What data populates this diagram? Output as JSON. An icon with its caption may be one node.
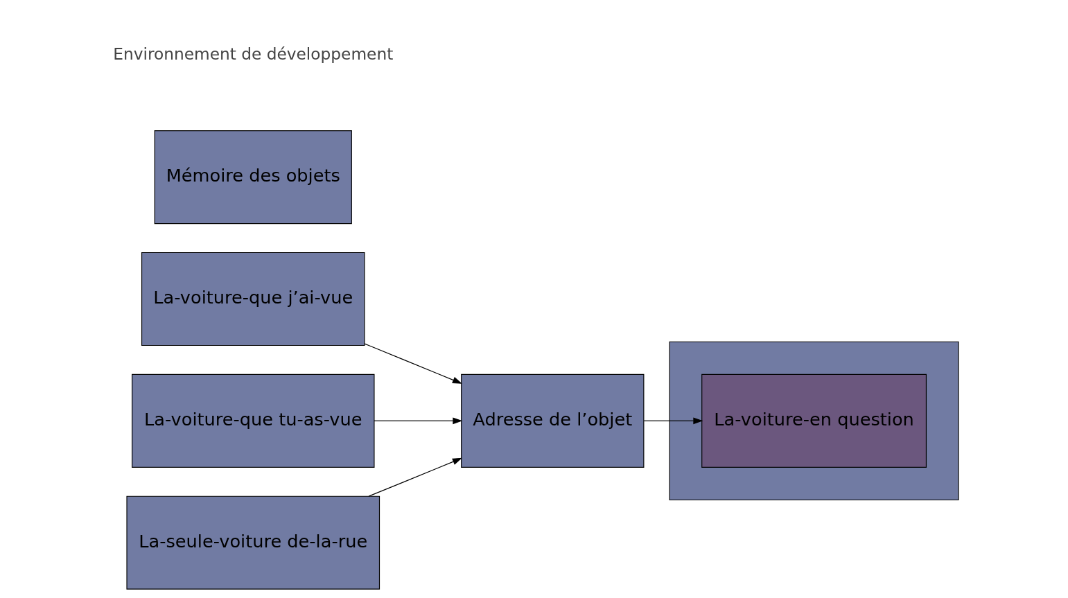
{
  "diagram": {
    "nodes": [
      {
        "text": [
          "La-voiture-que j’ai-vue"
        ]
      },
      {
        "text": [
          "La-voiture-que tu-as-vue"
        ]
      },
      {
        "text": [
          "La-seule-voiture de-la-rue"
        ]
      },
      {
        "text": [
          "Adresse de l’objet"
        ]
      },
      {
        "text": [],
        "shape": "box"
      },
      {
        "text": [
          "La-voiture-en question"
        ],
        "in": 4
      },
      {
        "text": [
          "Mémoire des objets"
        ]
      }
    ],
    "edges": [
      {
        "from": 0,
        "to": 3,
        "arrow": "to"
      },
      {
        "from": 1,
        "to": 3,
        "arrow": "to"
      },
      {
        "from": 2,
        "to": 3,
        "arrow": "to"
      },
      {
        "from": 3,
        "to": 5,
        "arrow": "to"
      }
    ],
    "labels": [
      "Environnement de développement"
    ]
  }
}
